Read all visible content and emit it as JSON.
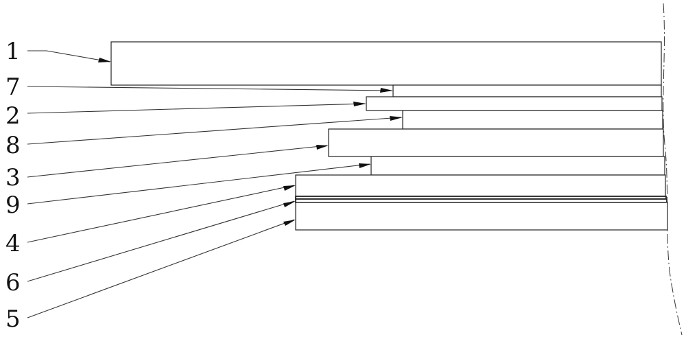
{
  "diagram": {
    "labels": [
      {
        "id": "label-1",
        "text": "1"
      },
      {
        "id": "label-7",
        "text": "7"
      },
      {
        "id": "label-2",
        "text": "2"
      },
      {
        "id": "label-8",
        "text": "8"
      },
      {
        "id": "label-3",
        "text": "3"
      },
      {
        "id": "label-9",
        "text": "9"
      },
      {
        "id": "label-4",
        "text": "4"
      },
      {
        "id": "label-6",
        "text": "6"
      },
      {
        "id": "label-5",
        "text": "5"
      }
    ],
    "line_color": "#222222",
    "background_color": "#ffffff"
  }
}
